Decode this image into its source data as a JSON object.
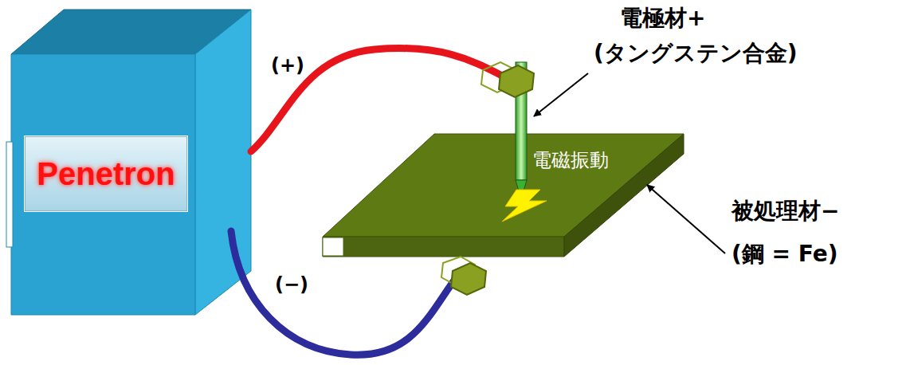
{
  "diagram": {
    "nodes": [
      {
        "text": [
          "Penetron"
        ]
      },
      {
        "text": [
          "電磁振動"
        ]
      }
    ],
    "labels": [
      "(+)",
      "(−)",
      "電極材+",
      "(タングステン合金)",
      "被処理材−",
      "(鋼 = Fe)"
    ]
  }
}
